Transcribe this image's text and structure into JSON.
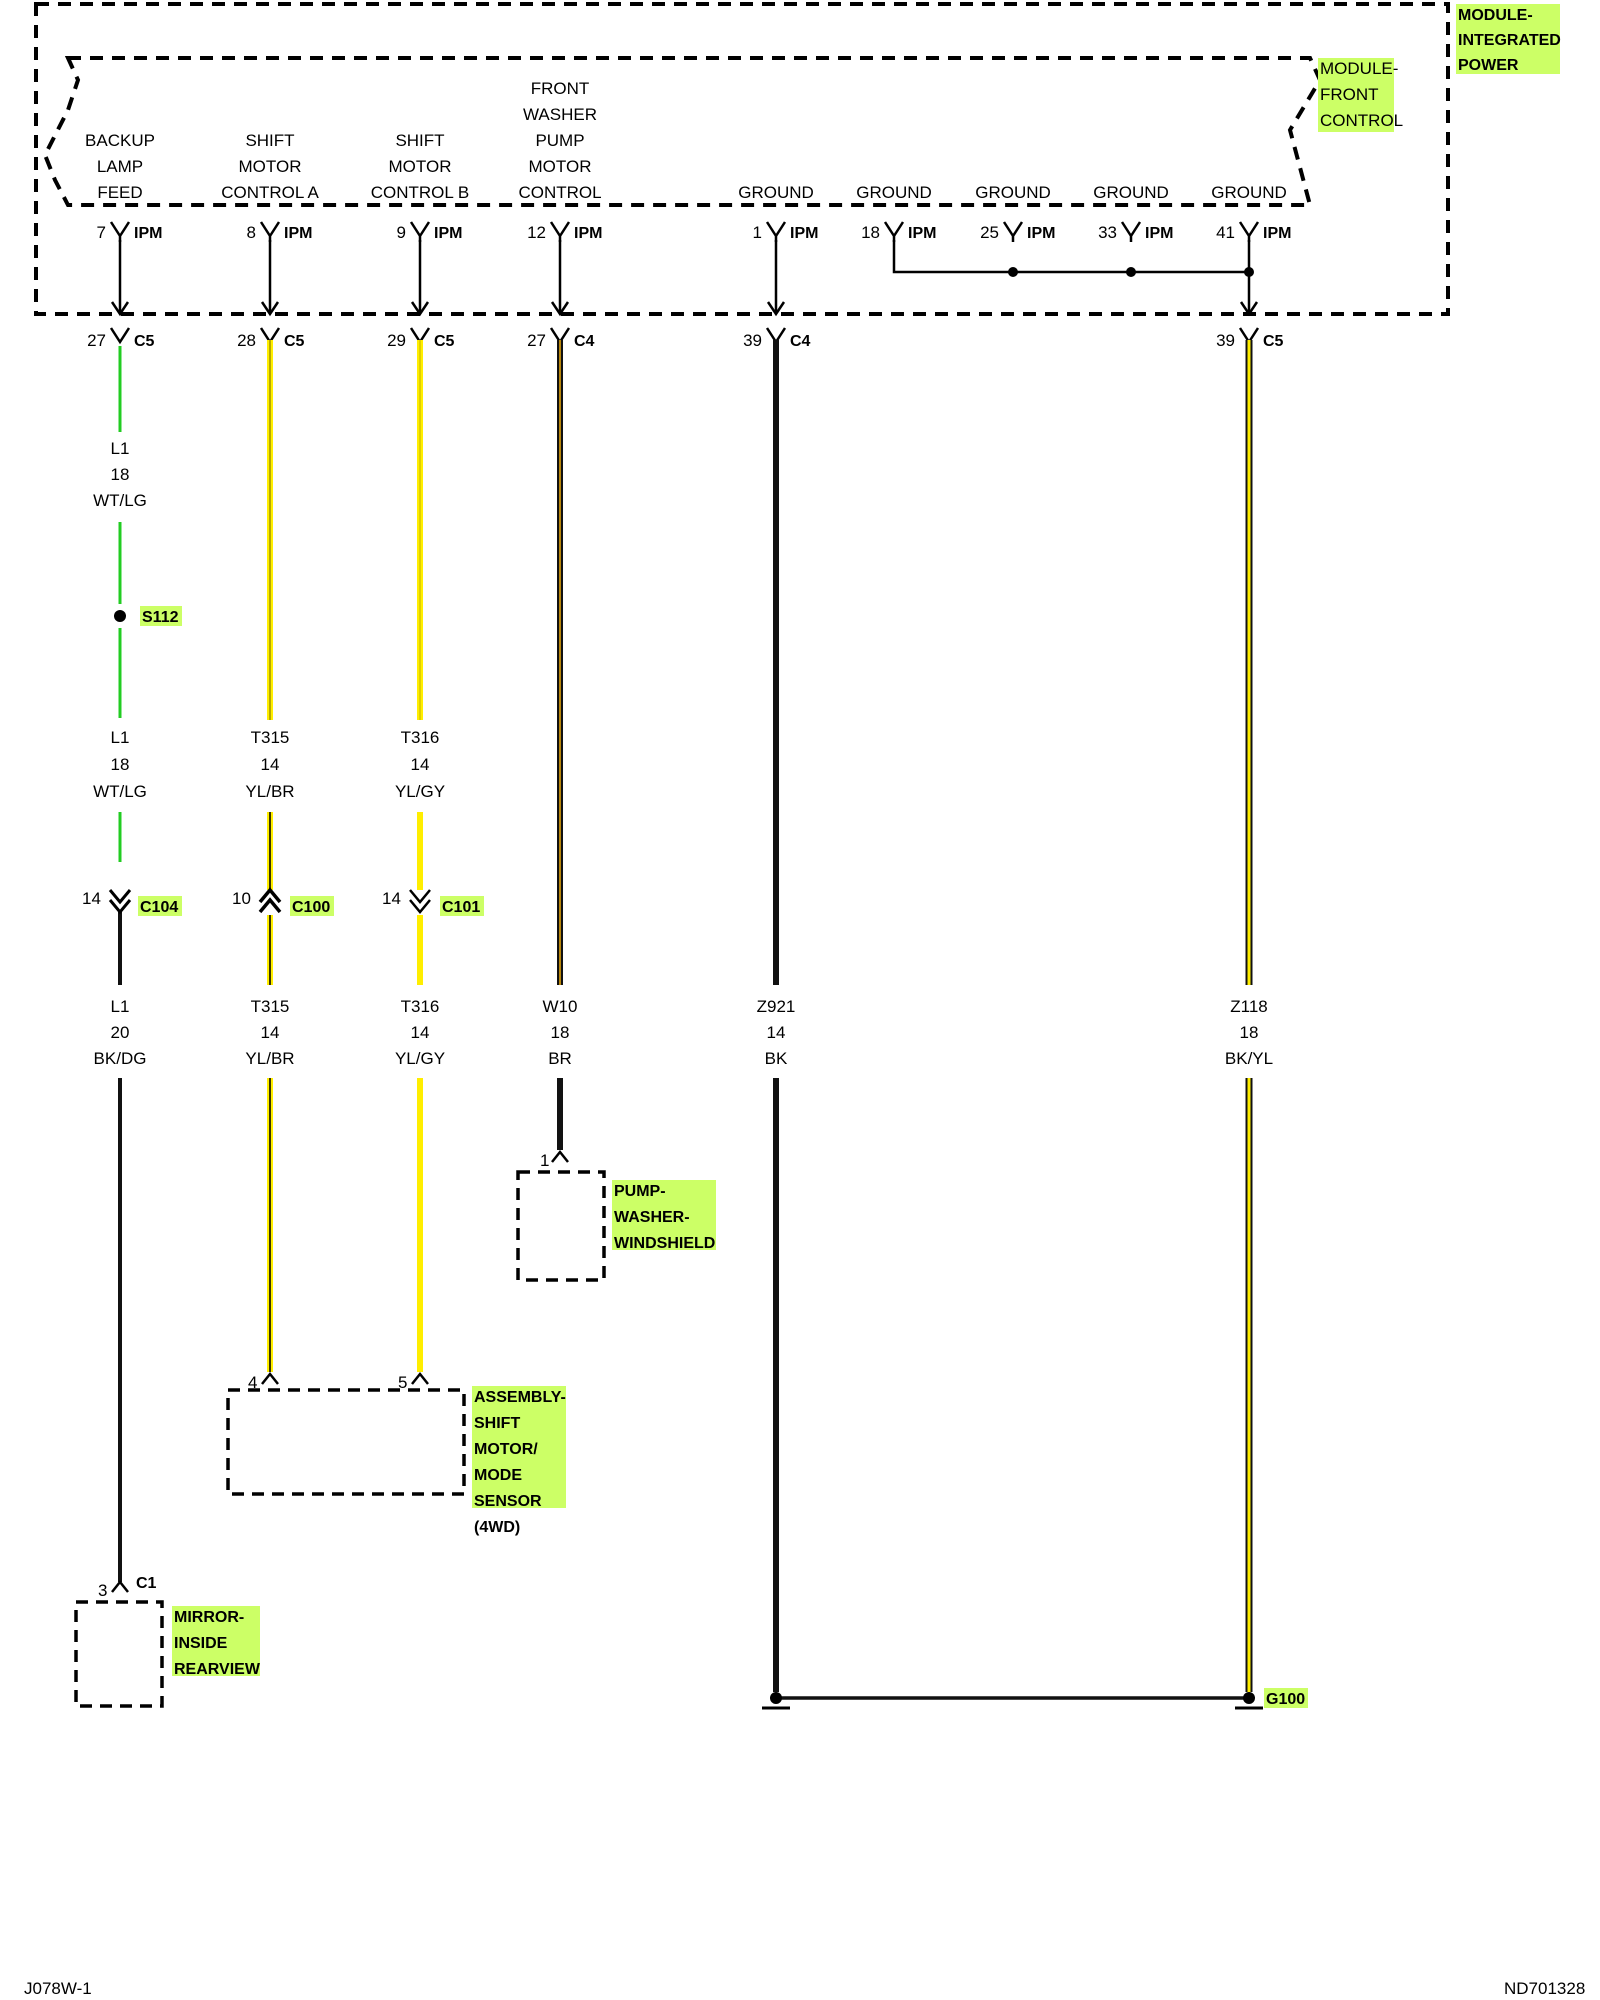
{
  "colors": {
    "green_wire": "#22cc22",
    "yellow_wire": "#ffee00",
    "black_wire": "#111111",
    "highlight": "#ccff66"
  },
  "modules": {
    "outer_label": [
      "MODULE-",
      "INTEGRATED",
      "POWER"
    ],
    "inner_label": [
      "MODULE-",
      "FRONT",
      "CONTROL"
    ]
  },
  "circuits": [
    {
      "key": "backup",
      "func": [
        "BACKUP",
        "LAMP",
        "FEED"
      ],
      "ipm_pin": "7",
      "ipm": "IPM",
      "conn_pin": "27",
      "conn": "C5"
    },
    {
      "key": "sma",
      "func": [
        "SHIFT",
        "MOTOR",
        "CONTROL A"
      ],
      "ipm_pin": "8",
      "ipm": "IPM",
      "conn_pin": "28",
      "conn": "C5"
    },
    {
      "key": "smb",
      "func": [
        "SHIFT",
        "MOTOR",
        "CONTROL B"
      ],
      "ipm_pin": "9",
      "ipm": "IPM",
      "conn_pin": "29",
      "conn": "C5"
    },
    {
      "key": "washer",
      "func": [
        "FRONT",
        "WASHER",
        "PUMP",
        "MOTOR",
        "CONTROL"
      ],
      "ipm_pin": "12",
      "ipm": "IPM",
      "conn_pin": "27",
      "conn": "C4"
    },
    {
      "key": "gnd1",
      "func": [
        "GROUND"
      ],
      "ipm_pin": "1",
      "ipm": "IPM",
      "conn_pin": "39",
      "conn": "C4"
    },
    {
      "key": "gnd18",
      "func": [
        "GROUND"
      ],
      "ipm_pin": "18",
      "ipm": "IPM"
    },
    {
      "key": "gnd25",
      "func": [
        "GROUND"
      ],
      "ipm_pin": "25",
      "ipm": "IPM"
    },
    {
      "key": "gnd33",
      "func": [
        "GROUND"
      ],
      "ipm_pin": "33",
      "ipm": "IPM"
    },
    {
      "key": "gnd41",
      "func": [
        "GROUND"
      ],
      "ipm_pin": "41",
      "ipm": "IPM",
      "conn_pin": "39",
      "conn": "C5"
    }
  ],
  "wire_labels": {
    "l1_a": [
      "L1",
      "18",
      "WT/LG"
    ],
    "l1_b": [
      "L1",
      "18",
      "WT/LG"
    ],
    "t315_a": [
      "T315",
      "14",
      "YL/BR"
    ],
    "t316_a": [
      "T316",
      "14",
      "YL/GY"
    ],
    "l1_c": [
      "L1",
      "20",
      "BK/DG"
    ],
    "t315_b": [
      "T315",
      "14",
      "YL/BR"
    ],
    "t316_b": [
      "T316",
      "14",
      "YL/GY"
    ],
    "w10": [
      "W10",
      "18",
      "BR"
    ],
    "z921": [
      "Z921",
      "14",
      "BK"
    ],
    "z118": [
      "Z118",
      "18",
      "BK/YL"
    ]
  },
  "splice": {
    "name": "S112"
  },
  "inline_connectors": [
    {
      "key": "c104",
      "pin": "14",
      "name": "C104"
    },
    {
      "key": "c100",
      "pin": "10",
      "name": "C100"
    },
    {
      "key": "c101",
      "pin": "14",
      "name": "C101"
    }
  ],
  "components": {
    "washer_pump": {
      "pin": "1",
      "label": [
        "PUMP-",
        "WASHER-",
        "WINDSHIELD"
      ]
    },
    "shift_motor": {
      "pin_a": "4",
      "pin_b": "5",
      "label": [
        "ASSEMBLY-",
        "SHIFT",
        "MOTOR/",
        "MODE",
        "SENSOR"
      ],
      "note": "(4WD)"
    },
    "mirror": {
      "pin": "3",
      "conn": "C1",
      "label": [
        "MIRROR-",
        "INSIDE",
        "REARVIEW"
      ]
    }
  },
  "ground": {
    "name": "G100"
  },
  "footer": {
    "left": "J078W-1",
    "right": "ND701328"
  }
}
